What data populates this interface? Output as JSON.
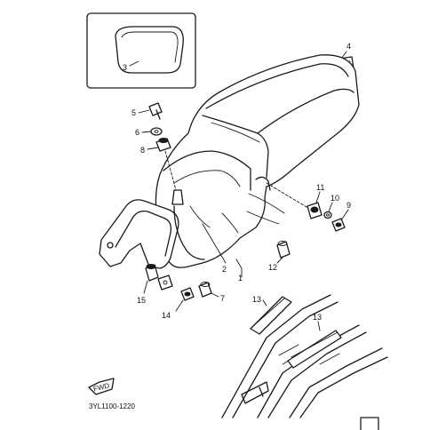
{
  "diagram": {
    "part_labels": {
      "p1": "1",
      "p2": "2",
      "p3": "3",
      "p4": "4",
      "p5": "5",
      "p6": "6",
      "p7": "7",
      "p8": "8",
      "p9": "9",
      "p10": "10",
      "p11": "11",
      "p12": "12",
      "p13a": "13",
      "p13b": "13",
      "p14": "14",
      "p15": "15"
    },
    "fwd_label": "FWD",
    "figure_code": "3YL1100-1220"
  }
}
